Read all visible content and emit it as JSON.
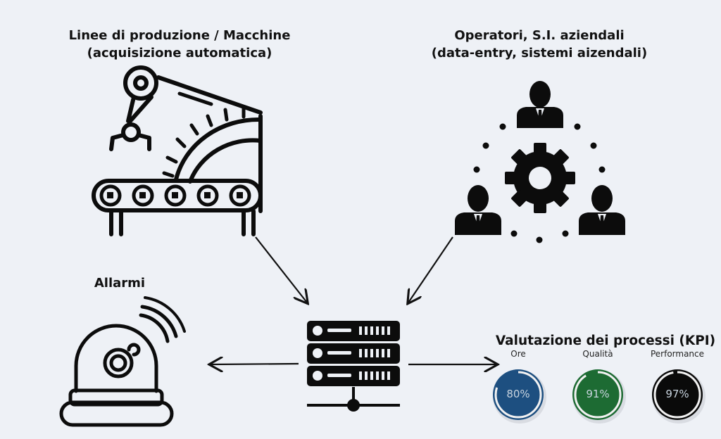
{
  "sources": {
    "production": {
      "line1": "Linee di produzione / Macchine",
      "line2": "(acquisizione automatica)",
      "icon": "robot-arm-conveyor-icon"
    },
    "operators": {
      "line1": "Operatori, S.I. aziendali",
      "line2": "(data-entry, sistemi aizendali)",
      "icon": "team-gear-icon"
    }
  },
  "hub": {
    "icon": "server-rack-icon"
  },
  "outputs": {
    "alarms": {
      "label": "Allarmi",
      "icon": "alarm-siren-icon"
    },
    "kpi": {
      "title": "Valutazione dei processi (KPI)",
      "gauges": [
        {
          "label": "Ore",
          "value": 80,
          "display": "80%",
          "color": "#1d4f80"
        },
        {
          "label": "Qualità",
          "value": 91,
          "display": "91%",
          "color": "#1d6b33"
        },
        {
          "label": "Performance",
          "value": 97,
          "display": "97%",
          "color": "#0a0a0a"
        }
      ]
    }
  }
}
